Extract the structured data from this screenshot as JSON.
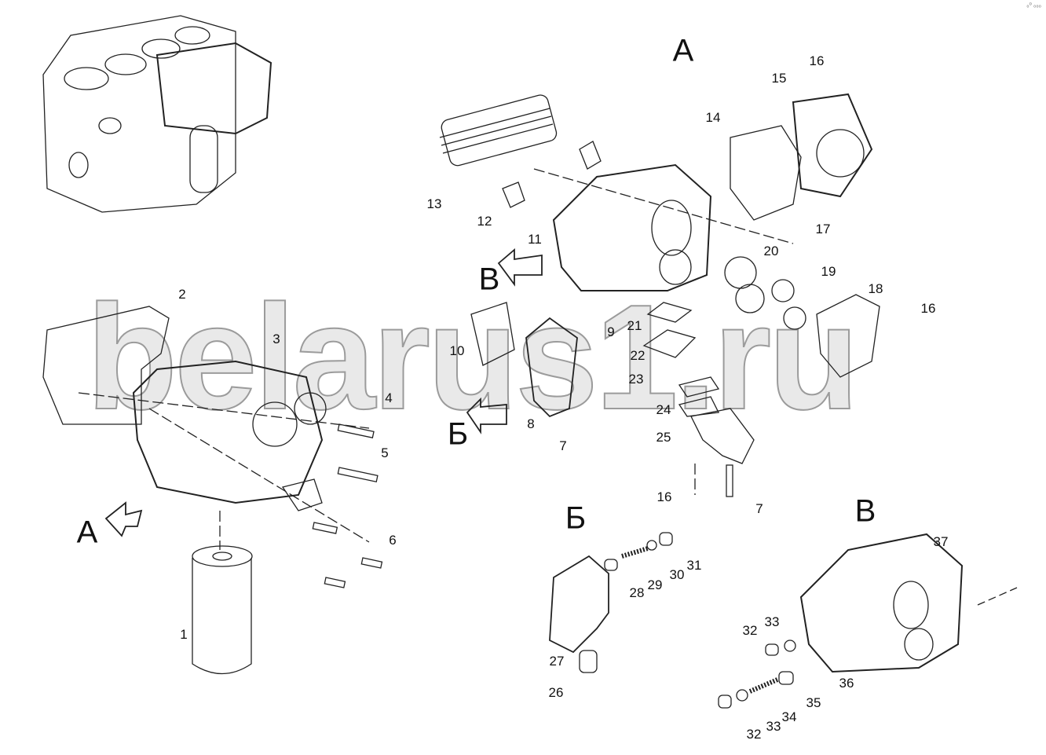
{
  "corner_mark": "₀⁰ ₀₀₀",
  "watermark": "belarus1.ru",
  "view_letters": {
    "a_top": "А",
    "v_left": "В",
    "b_left": "Б",
    "a_left": "А",
    "b_detail": "Б",
    "v_detail": "В"
  },
  "callouts": [
    "16",
    "15",
    "14",
    "13",
    "12",
    "11",
    "17",
    "20",
    "19",
    "18",
    "16",
    "9",
    "10",
    "21",
    "22",
    "23",
    "24",
    "25",
    "8",
    "7",
    "16",
    "7",
    "2",
    "3",
    "4",
    "5",
    "6",
    "1",
    "31",
    "30",
    "29",
    "28",
    "27",
    "26",
    "37",
    "32",
    "33",
    "36",
    "35",
    "34",
    "33",
    "32"
  ]
}
